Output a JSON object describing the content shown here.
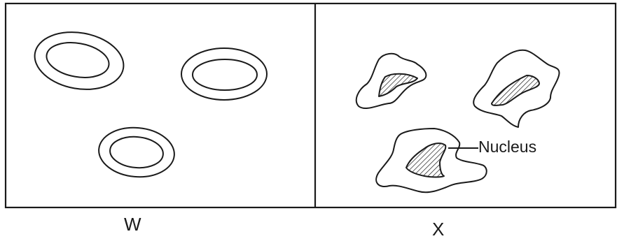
{
  "panels": [
    {
      "id": "W",
      "label": "W"
    },
    {
      "id": "X",
      "label": "X"
    }
  ],
  "annotations": {
    "nucleus": "Nucleus"
  }
}
